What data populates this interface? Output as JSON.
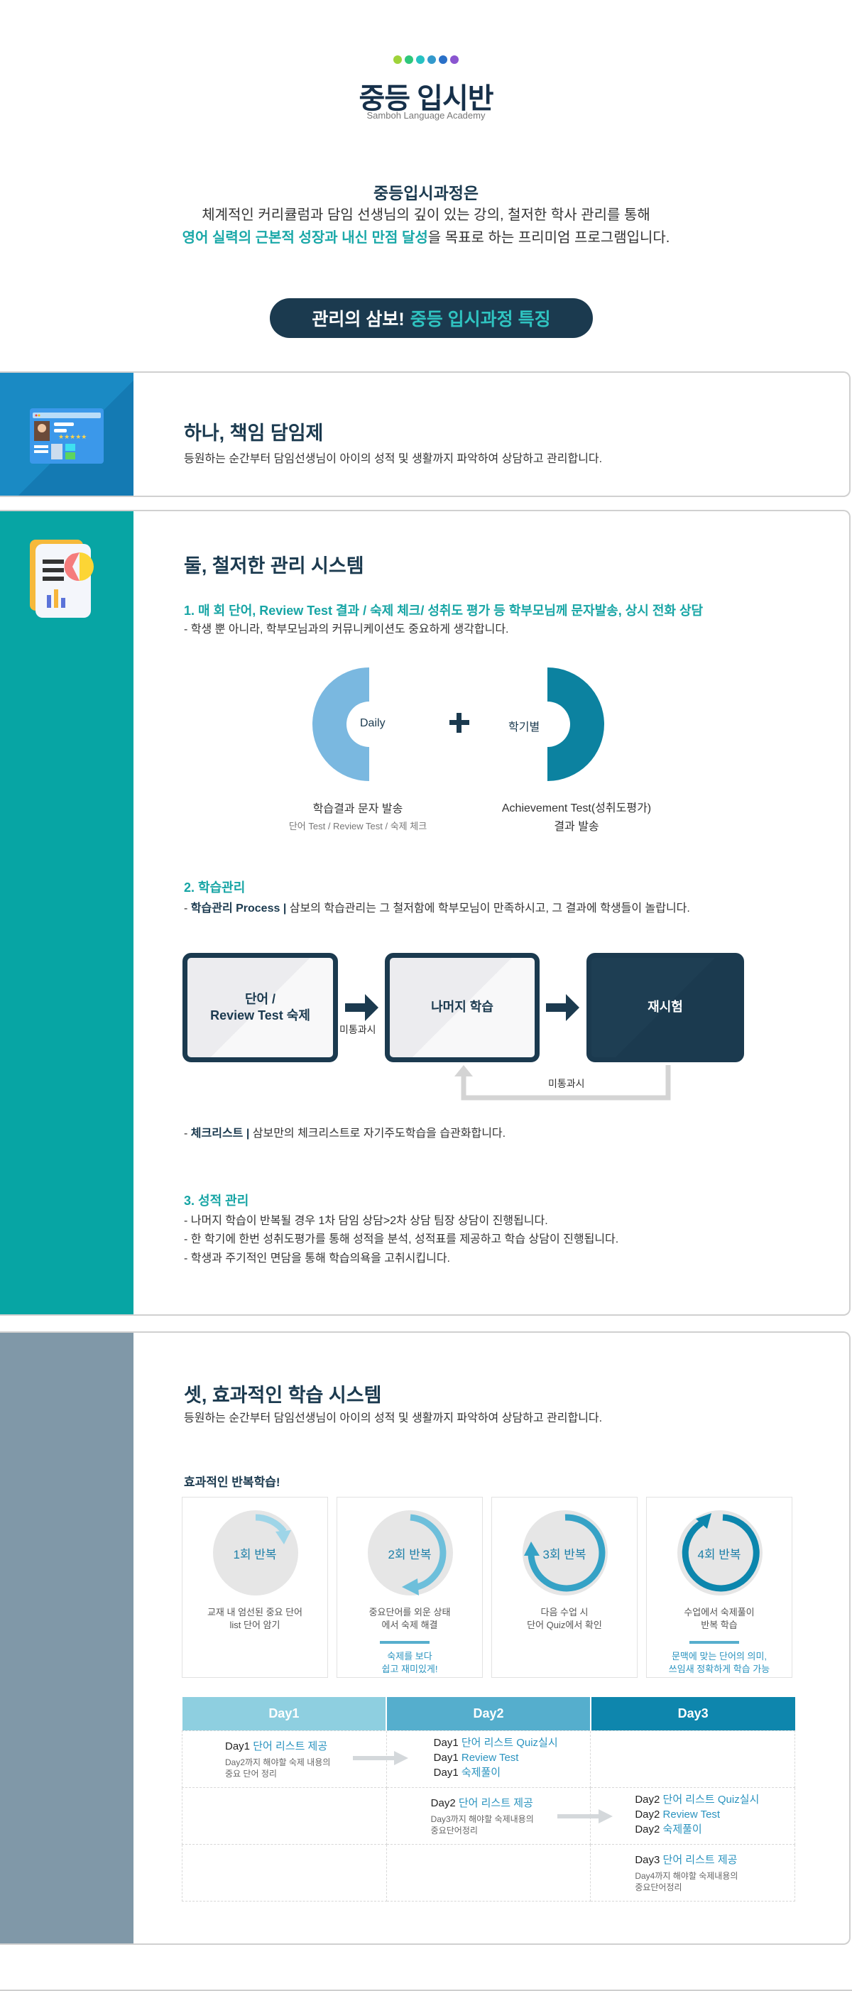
{
  "header": {
    "dot_colors": [
      "#9fd33a",
      "#2ec77b",
      "#27c2c2",
      "#3399cc",
      "#2a70c8",
      "#8a55d0"
    ],
    "title": "중등 입시반",
    "subtitle": "Samboh Language Academy"
  },
  "intro": {
    "title": "중등입시과정은",
    "line1": "체계적인 커리큘럼과 담임 선생님의 깊이 있는 강의, 철저한 학사 관리를 통해",
    "line2_highlight": "영어 실력의 근본적 성장과 내신 만점 달성",
    "line2_rest": "을 목표로 하는 프리미엄 프로그램입니다."
  },
  "banner": {
    "prefix": "관리의 삼보!",
    "highlight": "중등 입시과정 특징"
  },
  "colors": {
    "navy": "#1b3a4f",
    "teal": "#07a5a4",
    "blue": "#1786c0",
    "slate": "#8098a8"
  },
  "card1": {
    "title": "하나,  책임 담임제",
    "text": "등원하는 순간부터 담임선생님이 아이의 성적 및 생활까지 파악하여 상담하고 관리합니다."
  },
  "card2": {
    "title": "둘,  철저한 관리 시스템",
    "s1": {
      "heading": "1. 매 회 단어, Review Test 결과 / 숙제 체크/ 성취도 평가 등 학부모님께 문자발송, 상시 전화 상담",
      "text": "- 학생 뿐 아니라, 학부모님과의 커뮤니케이션도 중요하게 생각합니다."
    },
    "daily": {
      "label": "Daily",
      "cap1": "학습결과 문자 발송",
      "cap2": "단어 Test / Review Test / 숙제 체크"
    },
    "term": {
      "label": "학기별",
      "cap1": "Achievement Test(성취도평가)",
      "cap2": "결과 발송"
    },
    "s2": {
      "heading": "2. 학습관리",
      "bold": "학습관리 Process |",
      "text": " 삼보의 학습관리는 그 철저함에 학부모님이 만족하시고, 그 결과에 학생들이 놀랍니다."
    },
    "flow": {
      "box1": "단어 /\nReview Test 숙제",
      "box2": "나머지 학습",
      "box3": "재시험",
      "fail1": "미통과시",
      "fail2": "미통과시"
    },
    "checklist": {
      "bold": "체크리스트 |",
      "text": " 삼보만의 체크리스트로 자기주도학습을 습관화합니다."
    },
    "s3": {
      "heading": "3. 성적 관리",
      "lines": [
        "- 나머지 학습이 반복될 경우 1차 담임 상담>2차 상담 팀장 상담이 진행됩니다.",
        "- 한 학기에 한번 성취도평가를 통해 성적을 분석, 성적표를 제공하고 학습 상담이 진행됩니다.",
        "- 학생과 주기적인 면담을 통해 학습의욕을 고취시킵니다."
      ]
    }
  },
  "card3": {
    "title": "셋, 효과적인 학습 시스템",
    "text": "등원하는 순간부터 담임선생님이 아이의 성적 및 생활까지 파악하여 상담하고 관리합니다.",
    "rep_title": "효과적인 반복학습!",
    "reps": [
      {
        "label": "1회 반복",
        "l1": "교재 내 엄선된 중요 단어\nlist 단어 암기",
        "l2": ""
      },
      {
        "label": "2회 반복",
        "l1": "중요단어를 외운 상태\n에서 숙제 해결",
        "l2": "숙제를 보다\n쉽고 재미있게!"
      },
      {
        "label": "3회 반복",
        "l1": "다음 수업 시\n단어 Quiz에서 확인",
        "l2": ""
      },
      {
        "label": "4회 반복",
        "l1": "수업에서 숙제풀이\n반복 학습",
        "l2": "문맥에 맞는 단어의 의미,\n쓰임새 정확하게 학습 가능"
      }
    ],
    "table": {
      "headers": [
        "Day1",
        "Day2",
        "Day3"
      ],
      "header_colors": [
        "#8ecfe0",
        "#55aecd",
        "#0e86ad"
      ],
      "r1c1": {
        "day": "Day1",
        "title": "단어 리스트 제공",
        "note": "Day2까지 해야할 숙제 내용의\n중요 단어 정리"
      },
      "r1c2": [
        {
          "day": "Day1",
          "act": "단어 리스트 Quiz실시"
        },
        {
          "day": "Day1",
          "act": "Review Test"
        },
        {
          "day": "Day1",
          "act": "숙제풀이"
        }
      ],
      "r2c2": {
        "day": "Day2",
        "title": "단어 리스트 제공",
        "note": "Day3까지 해야할 숙제내용의\n중요단어정리"
      },
      "r2c3": [
        {
          "day": "Day2",
          "act": "단어 리스트 Quiz실시"
        },
        {
          "day": "Day2",
          "act": "Review Test"
        },
        {
          "day": "Day2",
          "act": "숙제풀이"
        }
      ],
      "r3c3": {
        "day": "Day3",
        "title": "단어 리스트 제공",
        "note": "Day4까지 해야할 숙제내용의\n중요단어정리"
      }
    }
  }
}
